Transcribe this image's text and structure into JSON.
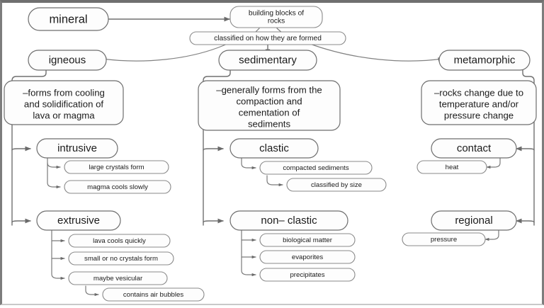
{
  "diagram": {
    "title": "mineral classification concept map",
    "colors": {
      "node_fill": "#fdfdfd",
      "node_stroke": "#6e6e6e",
      "connector": "#707070",
      "text": "#1b1b1b",
      "page_border": "#7d7d7d"
    },
    "nodes": {
      "mineral": "mineral",
      "building_blocks": [
        "building blocks of",
        "rocks"
      ],
      "classified": "classified on how they are formed",
      "igneous": "igneous",
      "sedimentary": "sedimentary",
      "metamorphic": "metamorphic",
      "igneous_desc": [
        "–forms from cooling",
        "and solidification of",
        "lava or magma"
      ],
      "sedimentary_desc": [
        "–generally forms from the",
        "compaction and",
        "cementation of",
        "sediments"
      ],
      "metamorphic_desc": [
        "–rocks change due to",
        "temperature and/or",
        "pressure change"
      ],
      "intrusive": "intrusive",
      "large_crystals": "large crystals form",
      "magma_cools": "magma cools slowly",
      "extrusive": "extrusive",
      "lava_cools": "lava cools quickly",
      "small_no_crystals": "small or no crystals form",
      "maybe_vesicular": "maybe vesicular",
      "contains_air": "contains air bubbles",
      "clastic": "clastic",
      "compacted_sediments": "compacted sediments",
      "classified_by_size": "classified by size",
      "non_clastic": "non– clastic",
      "biological_matter": "biological matter",
      "evaporites": "evaporites",
      "precipitates": "precipitates",
      "contact": "contact",
      "heat": "heat",
      "regional": "regional",
      "pressure": "pressure"
    }
  }
}
